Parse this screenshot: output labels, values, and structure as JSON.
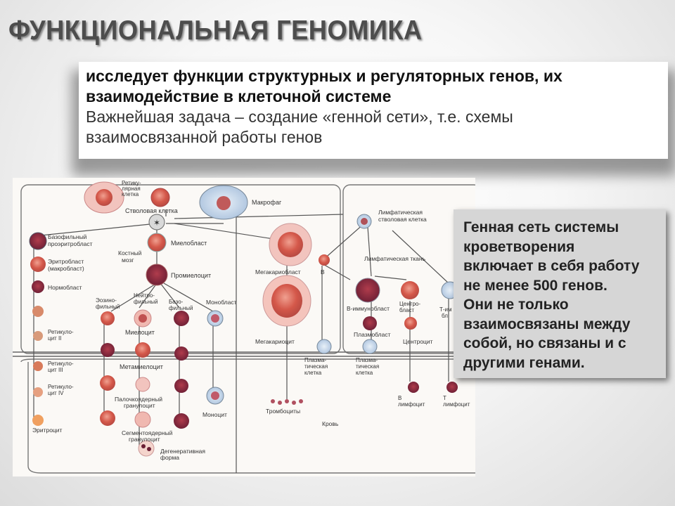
{
  "slide": {
    "title": "ФУНКЦИОНАЛЬНАЯ ГЕНОМИКА",
    "intro": {
      "line1": "исследует функции структурных и регуляторных  генов, их",
      "line2": "взаимодействие в клеточной системе",
      "line3": "Важнейшая задача – создание «генной сети», т.е. схемы",
      "line4": "взаимосвязанной работы генов"
    },
    "note": {
      "line1": "Генная сеть системы",
      "line2": "кроветворения",
      "line3": "включает в себя работу",
      "line4": "не менее 500 генов.",
      "line5": "Они не только",
      "line6": "взаимосвязаны между",
      "line7": "собой, но связаны и с",
      "line8": "другими генами."
    }
  },
  "diagram": {
    "labels": {
      "reticular": "Ретику-",
      "reticular2": "лярная",
      "reticular3": "клетка",
      "stem": "Стволовая клетка",
      "macrophage": "Макрофаг",
      "lymph_stem1": "Лимфатическая",
      "lymph_stem2": "стволовая клетка",
      "basophilic1": "Базофильный",
      "basophilic2": "проэритробласт",
      "myeloblast": "Миелобласт",
      "bone1": "Костный",
      "bone2": "мозг",
      "erythroblast1": "Эритробласт",
      "erythroblast2": "(макробласт)",
      "normoblast": "Нормобласт",
      "promyelocyte": "Промиелоцит",
      "megakaryoblast": "Мегакариобласт",
      "b1": "B",
      "lymph_tissue": "Лимфатическая ткань",
      "eosino1": "Эозино-",
      "eosino2": "фильный",
      "neutro1": "Нейтро-",
      "neutro2": "фильный",
      "baso1": "Базо-",
      "baso2": "фильный",
      "monoblast": "Монобласт",
      "b_immunoblast": "B-иммунобласт",
      "centroblast1": "Центро-",
      "centroblast2": "бласт",
      "t_imm1": "Т-им",
      "t_imm2": "бл",
      "retic2": "Ретикуло-",
      "retic2b": "цит II",
      "myelocyte": "Миелоцит",
      "plasmoblast": "Плазмобласт",
      "centrocyte": "Центроцит",
      "megakaryocyte": "Мегакариоцит",
      "retic3": "Ретикуло-",
      "retic3b": "цит III",
      "metamyelocyte": "Метамиелоцит",
      "plasma1a": "Плазма-",
      "plasma1b": "тическая",
      "plasma1c": "клетка",
      "plasma2a": "Плазма-",
      "plasma2b": "тическая",
      "plasma2c": "клетка",
      "retic4": "Ретикуло-",
      "retic4b": "цит IV",
      "band1": "Палочкоядерный",
      "band2": "гранулоцит",
      "b2": "B",
      "b2b": "лимфоцит",
      "t2": "T",
      "t2b": "лимфоцит",
      "erythrocyte": "Эритроцит",
      "monocyte": "Моноцит",
      "thrombocytes": "Тромбоциты",
      "blood": "Кровь",
      "segmented1": "Сегментоядерный",
      "segmented2": "гранулоцит",
      "degenerative1": "Дегенеративная",
      "degenerative2": "форма"
    }
  }
}
